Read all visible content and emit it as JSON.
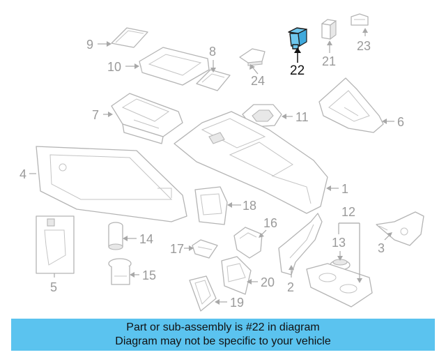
{
  "diagram": {
    "callouts": [
      "1",
      "2",
      "3",
      "4",
      "5",
      "6",
      "7",
      "8",
      "9",
      "10",
      "11",
      "12",
      "13",
      "14",
      "15",
      "16",
      "17",
      "18",
      "19",
      "20",
      "21",
      "22",
      "23",
      "24"
    ],
    "highlighted_part": "22"
  },
  "banner": {
    "line1": "Part or sub-assembly is #22 in diagram",
    "line2": "Diagram may not be specific to your vehicle",
    "color": "#5bc3ef"
  },
  "colors": {
    "highlight_fill": "#6ec6ec",
    "linework": "#b4b4b4"
  }
}
